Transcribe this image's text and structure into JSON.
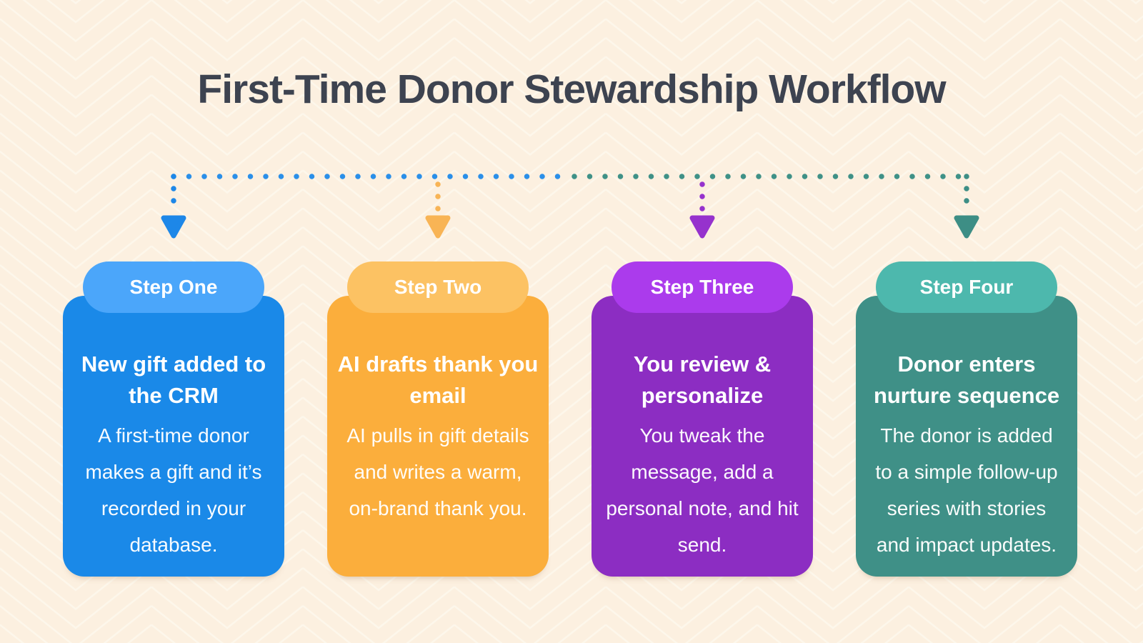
{
  "title": "First-Time Donor Stewardship Workflow",
  "title_color": "#3d4350",
  "background": {
    "color": "#fcf0e0",
    "pattern_line_color": "#fdf7eb"
  },
  "connector": {
    "left_segment_color": "#2a8fe9",
    "right_segment_color": "#3f9187"
  },
  "steps": [
    {
      "label": "Step One",
      "heading": "New gift added to the CRM",
      "description": "A first-time donor makes a gift and it’s recorded in your database.",
      "body_color": "#1a89e8",
      "badge_color": "#4ba6fa",
      "arrow_color": "#1d87e8"
    },
    {
      "label": "Step Two",
      "heading": "AI drafts thank you email",
      "description": "AI pulls in gift details and writes a warm, on-brand thank you.",
      "body_color": "#fbae3c",
      "badge_color": "#fcc263",
      "arrow_color": "#f8b455"
    },
    {
      "label": "Step Three",
      "heading": "You review & personalize",
      "description": "You tweak the message, add a personal note, and hit send.",
      "body_color": "#8c2dc2",
      "badge_color": "#ab3bec",
      "arrow_color": "#9632cd"
    },
    {
      "label": "Step Four",
      "heading": "Donor enters nurture sequence",
      "description": "The donor is added to a simple follow-up series with stories and impact updates.",
      "body_color": "#3f9087",
      "badge_color": "#4db8ad",
      "arrow_color": "#3d8e85"
    }
  ]
}
